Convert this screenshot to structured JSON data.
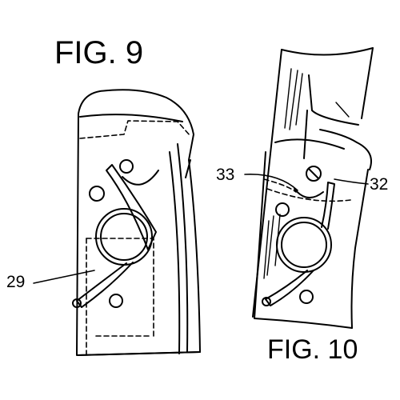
{
  "figures": {
    "fig9": {
      "title": "FIG. 9",
      "reference": "29"
    },
    "fig10": {
      "title": "FIG. 10",
      "references": [
        "33",
        "32"
      ]
    }
  },
  "style": {
    "ink": "#000000",
    "paper": "#ffffff"
  }
}
